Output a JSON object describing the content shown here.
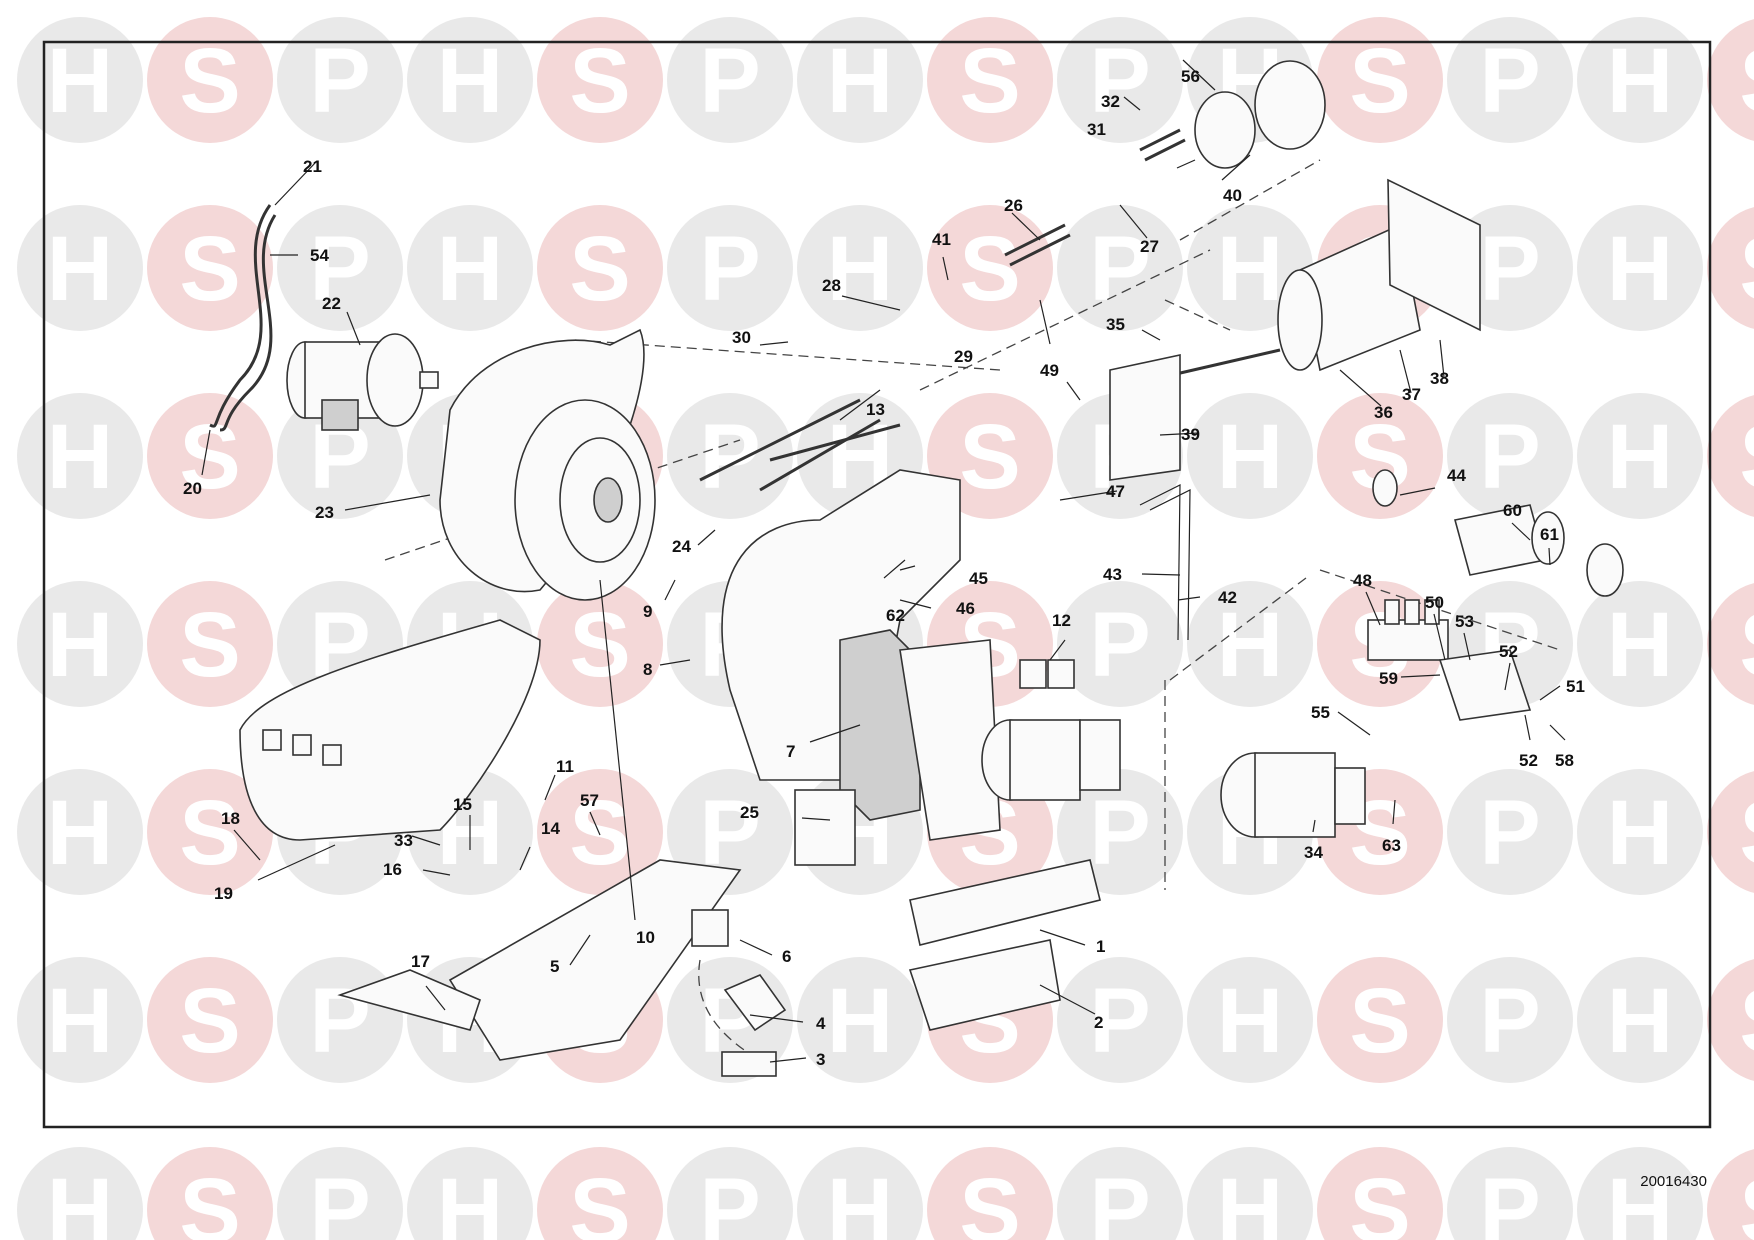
{
  "diagram": {
    "reference_code": "20016430",
    "watermark": {
      "name": "hsp-logo-watermark",
      "letters": [
        "H",
        "S",
        "P"
      ],
      "colors": {
        "grey": "#e9e9e9",
        "red": "#f4d8d8"
      }
    },
    "callouts": [
      {
        "id": "c1",
        "label": "1"
      },
      {
        "id": "c2",
        "label": "2"
      },
      {
        "id": "c3",
        "label": "3"
      },
      {
        "id": "c4",
        "label": "4"
      },
      {
        "id": "c5",
        "label": "5"
      },
      {
        "id": "c6",
        "label": "6"
      },
      {
        "id": "c7",
        "label": "7"
      },
      {
        "id": "c8",
        "label": "8"
      },
      {
        "id": "c9",
        "label": "9"
      },
      {
        "id": "c10",
        "label": "10"
      },
      {
        "id": "c11",
        "label": "11"
      },
      {
        "id": "c12",
        "label": "12"
      },
      {
        "id": "c13",
        "label": "13"
      },
      {
        "id": "c14",
        "label": "14"
      },
      {
        "id": "c15",
        "label": "15"
      },
      {
        "id": "c16",
        "label": "16"
      },
      {
        "id": "c17",
        "label": "17"
      },
      {
        "id": "c18",
        "label": "18"
      },
      {
        "id": "c19",
        "label": "19"
      },
      {
        "id": "c20",
        "label": "20"
      },
      {
        "id": "c21",
        "label": "21"
      },
      {
        "id": "c22",
        "label": "22"
      },
      {
        "id": "c23",
        "label": "23"
      },
      {
        "id": "c24",
        "label": "24"
      },
      {
        "id": "c25",
        "label": "25"
      },
      {
        "id": "c26",
        "label": "26"
      },
      {
        "id": "c27",
        "label": "27"
      },
      {
        "id": "c28",
        "label": "28"
      },
      {
        "id": "c29",
        "label": "29"
      },
      {
        "id": "c30",
        "label": "30"
      },
      {
        "id": "c31",
        "label": "31"
      },
      {
        "id": "c32",
        "label": "32"
      },
      {
        "id": "c33",
        "label": "33"
      },
      {
        "id": "c34",
        "label": "34"
      },
      {
        "id": "c35",
        "label": "35"
      },
      {
        "id": "c36",
        "label": "36"
      },
      {
        "id": "c37",
        "label": "37"
      },
      {
        "id": "c38",
        "label": "38"
      },
      {
        "id": "c39",
        "label": "39"
      },
      {
        "id": "c40",
        "label": "40"
      },
      {
        "id": "c41",
        "label": "41"
      },
      {
        "id": "c42",
        "label": "42"
      },
      {
        "id": "c43",
        "label": "43"
      },
      {
        "id": "c44",
        "label": "44"
      },
      {
        "id": "c45",
        "label": "45"
      },
      {
        "id": "c46",
        "label": "46"
      },
      {
        "id": "c47",
        "label": "47"
      },
      {
        "id": "c48",
        "label": "48"
      },
      {
        "id": "c49",
        "label": "49"
      },
      {
        "id": "c50",
        "label": "50"
      },
      {
        "id": "c51",
        "label": "51"
      },
      {
        "id": "c52a",
        "label": "52"
      },
      {
        "id": "c52b",
        "label": "52"
      },
      {
        "id": "c53",
        "label": "53"
      },
      {
        "id": "c54",
        "label": "54"
      },
      {
        "id": "c55",
        "label": "55"
      },
      {
        "id": "c56",
        "label": "56"
      },
      {
        "id": "c57",
        "label": "57"
      },
      {
        "id": "c58",
        "label": "58"
      },
      {
        "id": "c59",
        "label": "59"
      },
      {
        "id": "c60",
        "label": "60"
      },
      {
        "id": "c61",
        "label": "61"
      },
      {
        "id": "c62",
        "label": "62"
      },
      {
        "id": "c63",
        "label": "63"
      }
    ]
  }
}
